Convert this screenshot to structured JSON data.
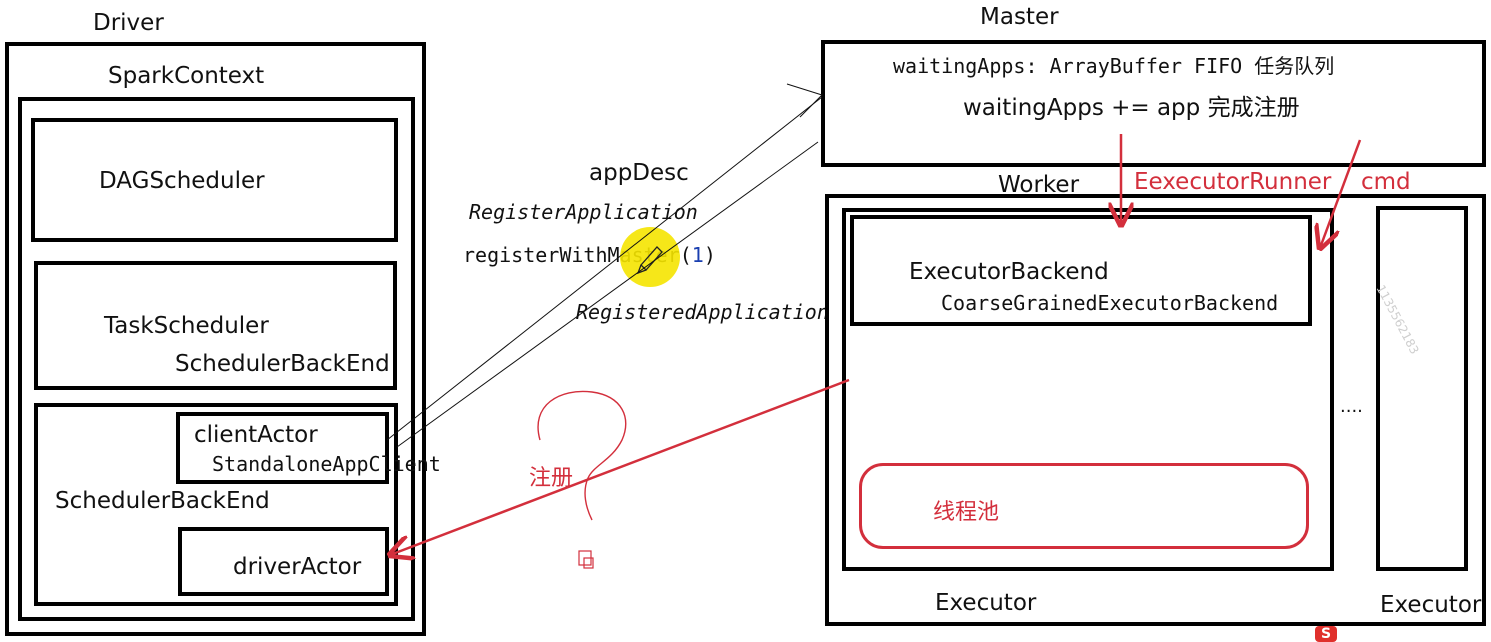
{
  "driver": {
    "title": "Driver",
    "spark_context": "SparkContext",
    "dag_scheduler": "DAGScheduler",
    "task_scheduler": "TaskScheduler",
    "task_scheduler_backend": "SchedulerBackEnd",
    "client_actor": "clientActor",
    "standalone_app_client": "StandaloneAppClient",
    "scheduler_backend": "SchedulerBackEnd",
    "driver_actor": "driverActor"
  },
  "master": {
    "title": "Master",
    "waiting_apps": "waitingApps: ArrayBuffer  FIFO 任务队列",
    "register_line": "waitingApps += app  完成注册"
  },
  "messages": {
    "app_desc": "appDesc",
    "register_application": "RegisterApplication",
    "register_with_master": "registerWithMaster(",
    "register_with_master_arg": "1",
    "register_with_master_close": ")",
    "registered_application": "RegisteredApplication",
    "register_cn": "注册"
  },
  "worker": {
    "title": "Worker",
    "executor_runner": "EexecutorRunner",
    "cmd": "cmd",
    "executor_backend": "ExecutorBackend",
    "coarse_grained": "CoarseGrainedExecutorBackend",
    "thread_pool": "线程池",
    "ellipsis": "....",
    "executor_1": "Executor",
    "executor_2": "Executor",
    "watermark": "1135562183"
  },
  "colors": {
    "annotation_red": "#d32f3c",
    "cursor_highlight": "#f5e400"
  },
  "icons": [
    "sogou-input-icon",
    "question-mark-drawing",
    "cursor-pen-icon"
  ]
}
